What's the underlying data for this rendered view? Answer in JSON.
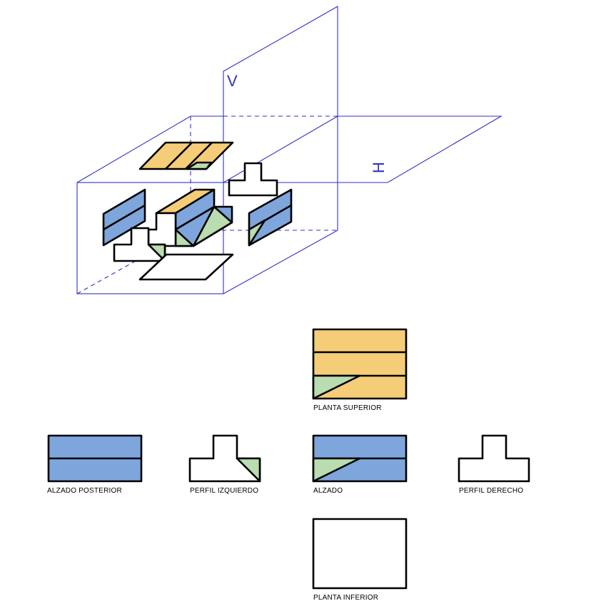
{
  "colors": {
    "top": "#f5cd78",
    "front": "#7ea6dc",
    "side": "#b9dcb0",
    "plane": "#3232c8",
    "outline": "#000000"
  },
  "planes": {
    "vertical_label": "V",
    "horizontal_label": "H"
  },
  "views": {
    "planta_superior": "PLANTA SUPERIOR",
    "alzado_posterior": "ALZADO POSTERIOR",
    "perfil_izquierdo": "PERFIL IZQUIERDO",
    "alzado": "ALZADO",
    "perfil_derecho": "PERFIL DERECHO",
    "planta_inferior": "PLANTA INFERIOR"
  }
}
